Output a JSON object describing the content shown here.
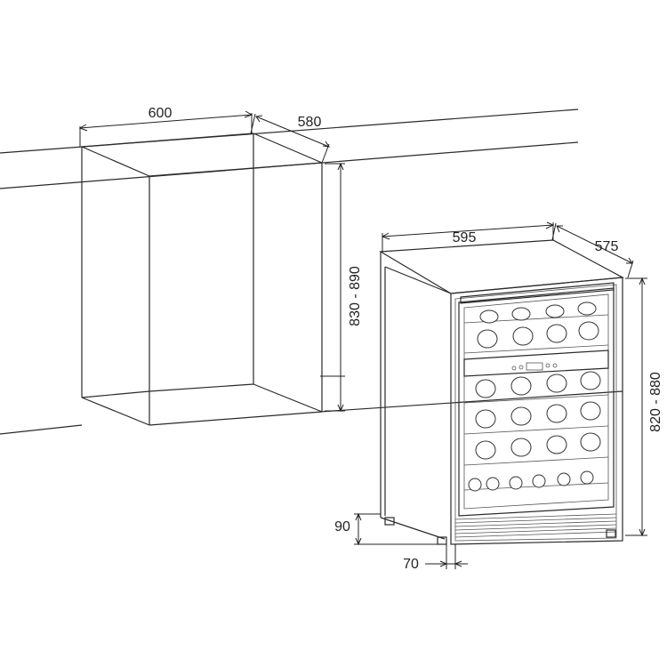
{
  "niche": {
    "width_label": "600",
    "depth_label": "580",
    "height_label": "830 - 890"
  },
  "appliance": {
    "width_label": "595",
    "depth_label": "575",
    "height_label": "820 - 880",
    "feet_height_label": "90",
    "toe_kick_label": "70"
  }
}
